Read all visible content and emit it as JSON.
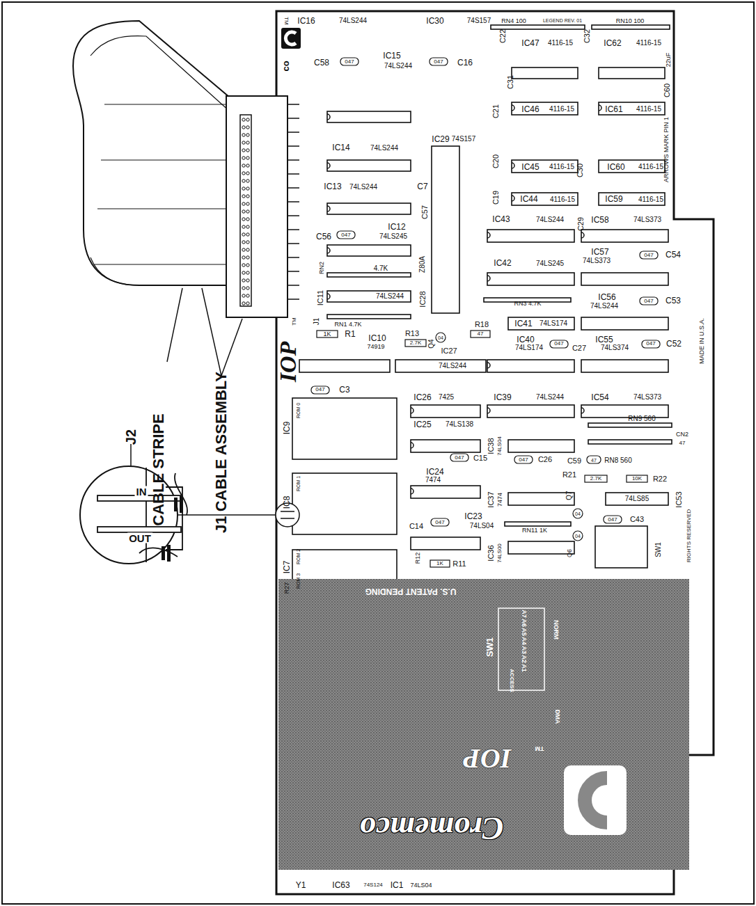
{
  "diagram": {
    "nodes": [
      {
        "text": [
          "J2",
          "IN",
          "OUT"
        ]
      }
    ],
    "labels": [
      "TM",
      "co",
      "IC16",
      "74LS244",
      "IC30",
      "74S157",
      "RN4 100",
      "LEGEND REV. 01",
      "RN10 100",
      "C22",
      "IC47",
      "4116-15",
      "C32",
      "IC62",
      "4116-15",
      "C58",
      "047",
      "IC15",
      "74LS244",
      "047",
      "C16",
      "22uF",
      "C60",
      "C31",
      "C21",
      "IC46",
      "4116-15",
      "IC61",
      "4116-15",
      "IC14",
      "74LS244",
      "IC29",
      "74S157",
      "C20",
      "IC45",
      "4116-15",
      "C30",
      "IC60",
      "4116-15",
      "IC13",
      "74LS244",
      "C7",
      "C19",
      "IC44",
      "4116-15",
      "IC59",
      "4116-15",
      "C57",
      "IC43",
      "74LS244",
      "C29",
      "IC58",
      "74LS373",
      "ARROWS MARK PIN 1",
      "C56",
      "047",
      "IC12",
      "74LS245",
      "IC42",
      "74LS245",
      "IC57",
      "74LS373",
      "047",
      "C54",
      "RN2",
      "4.7K",
      "Z80A",
      "IC11",
      "74LS244",
      "IC28",
      "RN3 4.7K",
      "IC56",
      "74LS244",
      "047",
      "C53",
      "J1",
      "RN1 4.7K",
      "1K",
      "R1",
      "IC10",
      "74919",
      "R13",
      "2.7K",
      "Q4",
      "04",
      "IC27",
      "R18",
      "47",
      "IC41",
      "74LS174",
      "IC40",
      "74LS174",
      "047",
      "C27",
      "IC55",
      "74LS374",
      "047",
      "C52",
      "IOP",
      "TM",
      "74LS244",
      "MADE IN U.S.A.",
      "047",
      "C3",
      "IC26",
      "7425",
      "IC39",
      "74LS244",
      "IC54",
      "74LS373",
      "IC9",
      "ROM 0",
      "IC25",
      "74LS138",
      "RN9 560",
      "IC38",
      "74LS04",
      "CN2",
      "47",
      "C59",
      "47",
      "RN8 560",
      "IC8",
      "ROM 1",
      "IC24",
      "7474",
      "047",
      "C15",
      "047",
      "C26",
      "R21",
      "2.7K",
      "10K",
      "R22",
      "IC37",
      "7474",
      "Q7",
      "04",
      "74LS85",
      "IC53",
      "C14",
      "047",
      "IC23",
      "74LS04",
      "RN11 1K",
      "047",
      "C43",
      "IC7",
      "ROM 2",
      "RIGHTS RESERVED",
      "SW1",
      "IC36",
      "74LS00",
      "04",
      "Q6",
      "1K",
      "R11",
      "R12",
      "ROM 3",
      "R27",
      "U.S. PATENT PENDING",
      "SW1",
      "A7",
      "A6",
      "A5",
      "A4",
      "A3",
      "A2",
      "A1",
      "ACCESS",
      "NORM",
      "DMA",
      "IOP",
      "TM",
      "Cromemco",
      "Y1",
      "IC63",
      "74S124",
      "IC1",
      "74LS04",
      "CABLE STRIPE",
      "J1 CABLE ASSEMBLY"
    ]
  }
}
